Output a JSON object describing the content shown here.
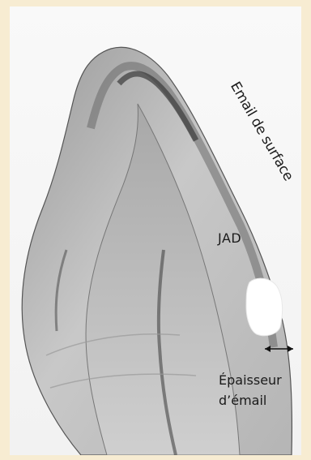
{
  "labels": {
    "surface_enamel": "Email de surface",
    "jad": "JAD",
    "enamel_thickness_line1": "Épaisseur",
    "enamel_thickness_line2": "d’émail"
  },
  "colors": {
    "background_border": "#f7ecd2",
    "specimen_light": "#d9d9d9",
    "specimen_dark": "#5a5a5a",
    "marker_white": "#ffffff"
  }
}
